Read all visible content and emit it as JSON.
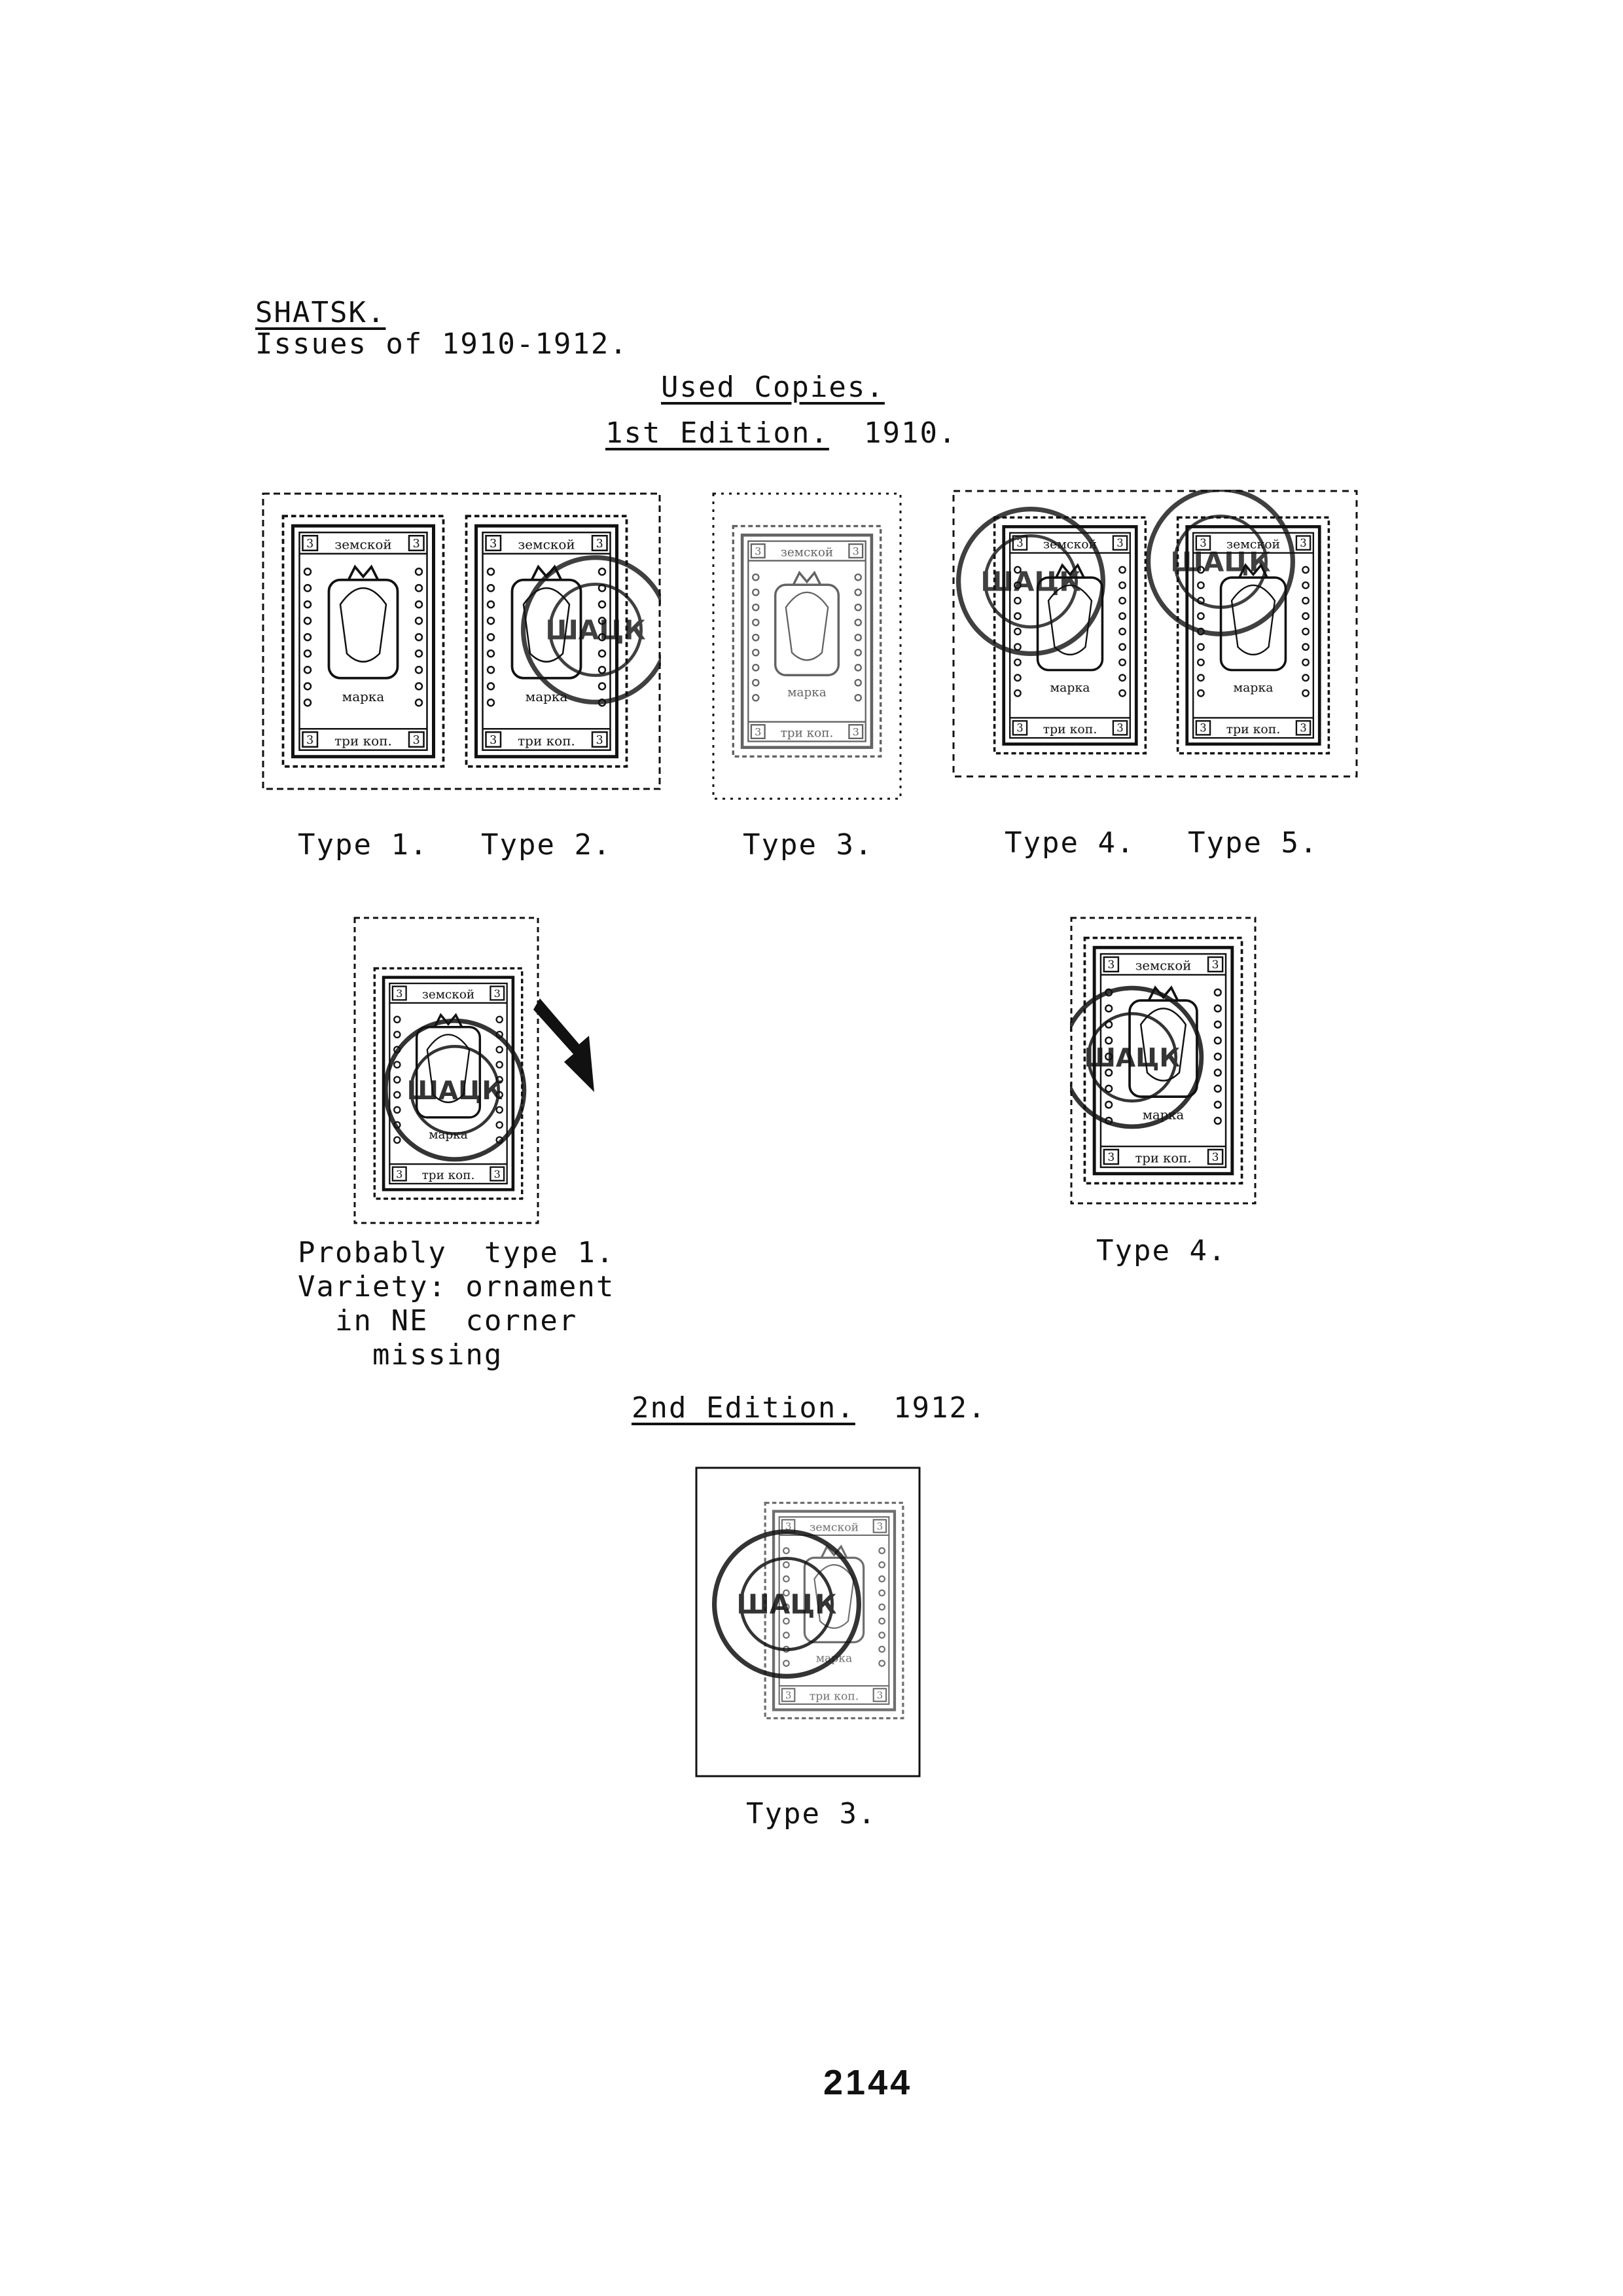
{
  "header": {
    "title": "SHATSK.",
    "subtitle": "Issues of 1910-1912.",
    "section": "Used Copies.",
    "edition1_label": "1st Edition.",
    "edition1_year": "1910."
  },
  "stamp_text": {
    "top": "земской",
    "bottom_pair": "три коп.",
    "middle": "марка",
    "value": "3"
  },
  "captions": {
    "type1": "Type 1.",
    "type2": "Type 2.",
    "type3": "Type 3.",
    "type4": "Type 4.",
    "type5": "Type 5.",
    "variety": "Probably  type 1.\nVariety: ornament\n  in NE  corner\n    missing",
    "type4b": "Type 4."
  },
  "edition2": {
    "label": "2nd Edition.",
    "year": "1912.",
    "caption": "Type 3."
  },
  "page_number": "2144",
  "colors": {
    "ink": "#111111",
    "paper": "#ffffff"
  }
}
